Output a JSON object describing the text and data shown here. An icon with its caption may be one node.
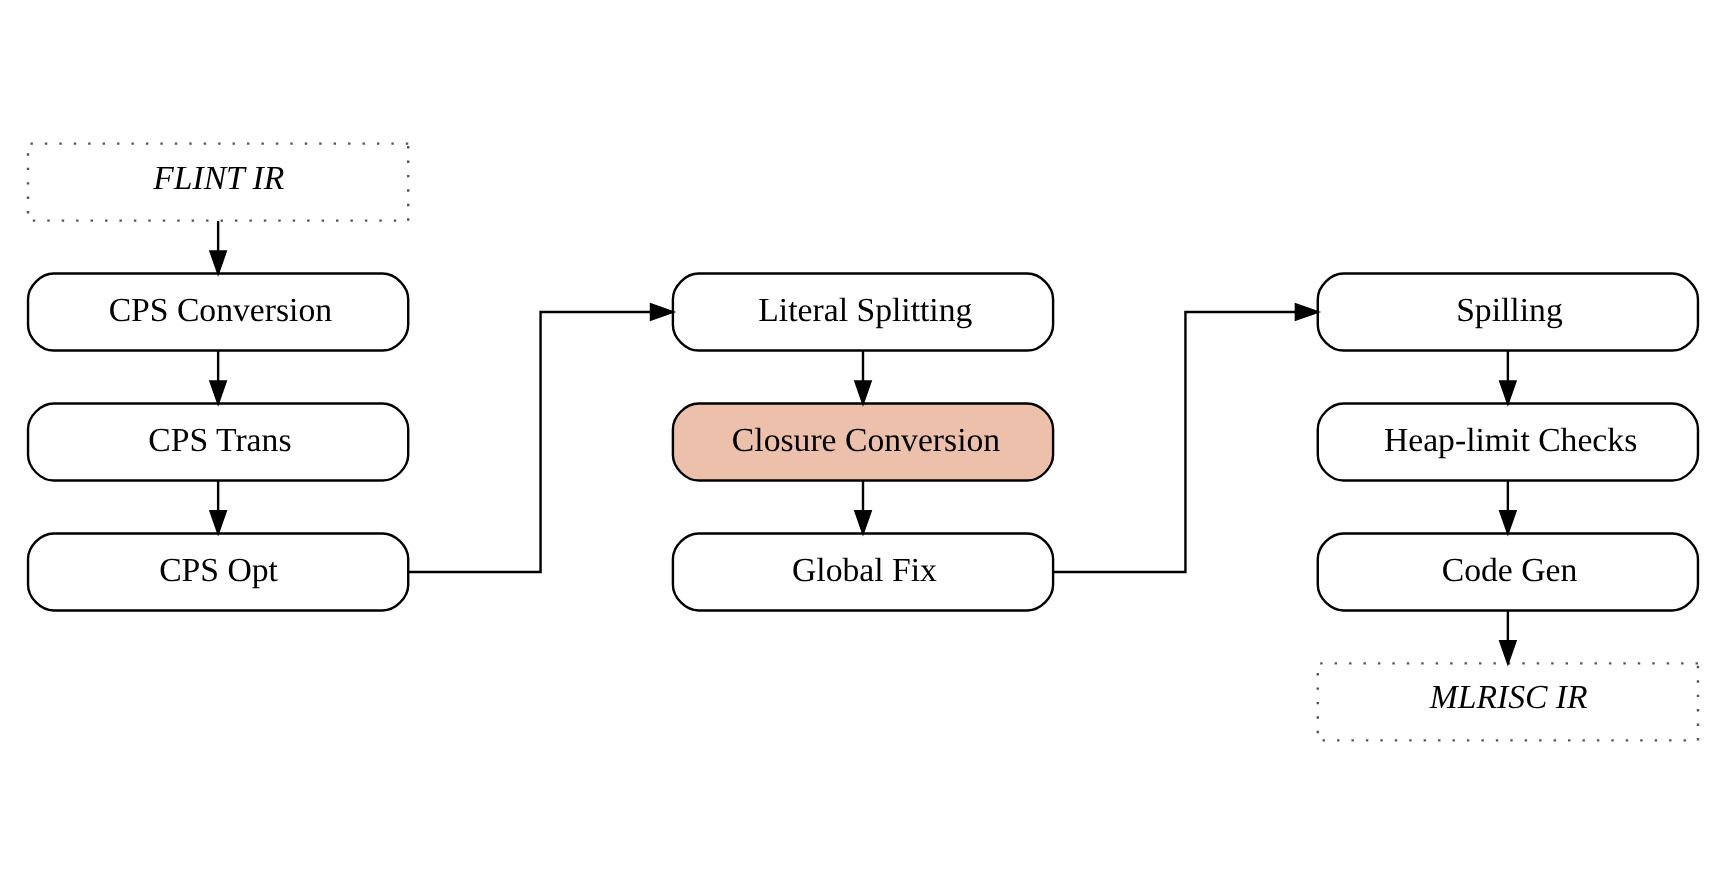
{
  "diagram": {
    "nodes": [
      {
        "text": [
          "FLINT IR"
        ]
      },
      {
        "text": [
          "CPS Conversion"
        ]
      },
      {
        "text": [
          "CPS Trans"
        ]
      },
      {
        "text": [
          "CPS Opt"
        ]
      },
      {
        "text": [
          "Literal Splitting"
        ]
      },
      {
        "text": [
          "Closure Conversion"
        ]
      },
      {
        "text": [
          "Global Fix"
        ]
      },
      {
        "text": [
          "Spilling"
        ]
      },
      {
        "text": [
          "Heap-limit Checks"
        ]
      },
      {
        "text": [
          "Code Gen"
        ]
      },
      {
        "text": [
          "MLRISC IR"
        ]
      }
    ],
    "edges": [
      {
        "from": 0,
        "to": 1,
        "arrow": "to"
      },
      {
        "from": 1,
        "to": 2,
        "arrow": "to"
      },
      {
        "from": 2,
        "to": 3,
        "arrow": "to"
      },
      {
        "from": 3,
        "to": 4,
        "arrow": "to"
      },
      {
        "from": 4,
        "to": 5,
        "arrow": "to"
      },
      {
        "from": 5,
        "to": 6,
        "arrow": "to"
      },
      {
        "from": 6,
        "to": 7,
        "arrow": "to"
      },
      {
        "from": 7,
        "to": 8,
        "arrow": "to"
      },
      {
        "from": 8,
        "to": 9,
        "arrow": "to"
      },
      {
        "from": 9,
        "to": 10,
        "arrow": "to"
      }
    ]
  }
}
